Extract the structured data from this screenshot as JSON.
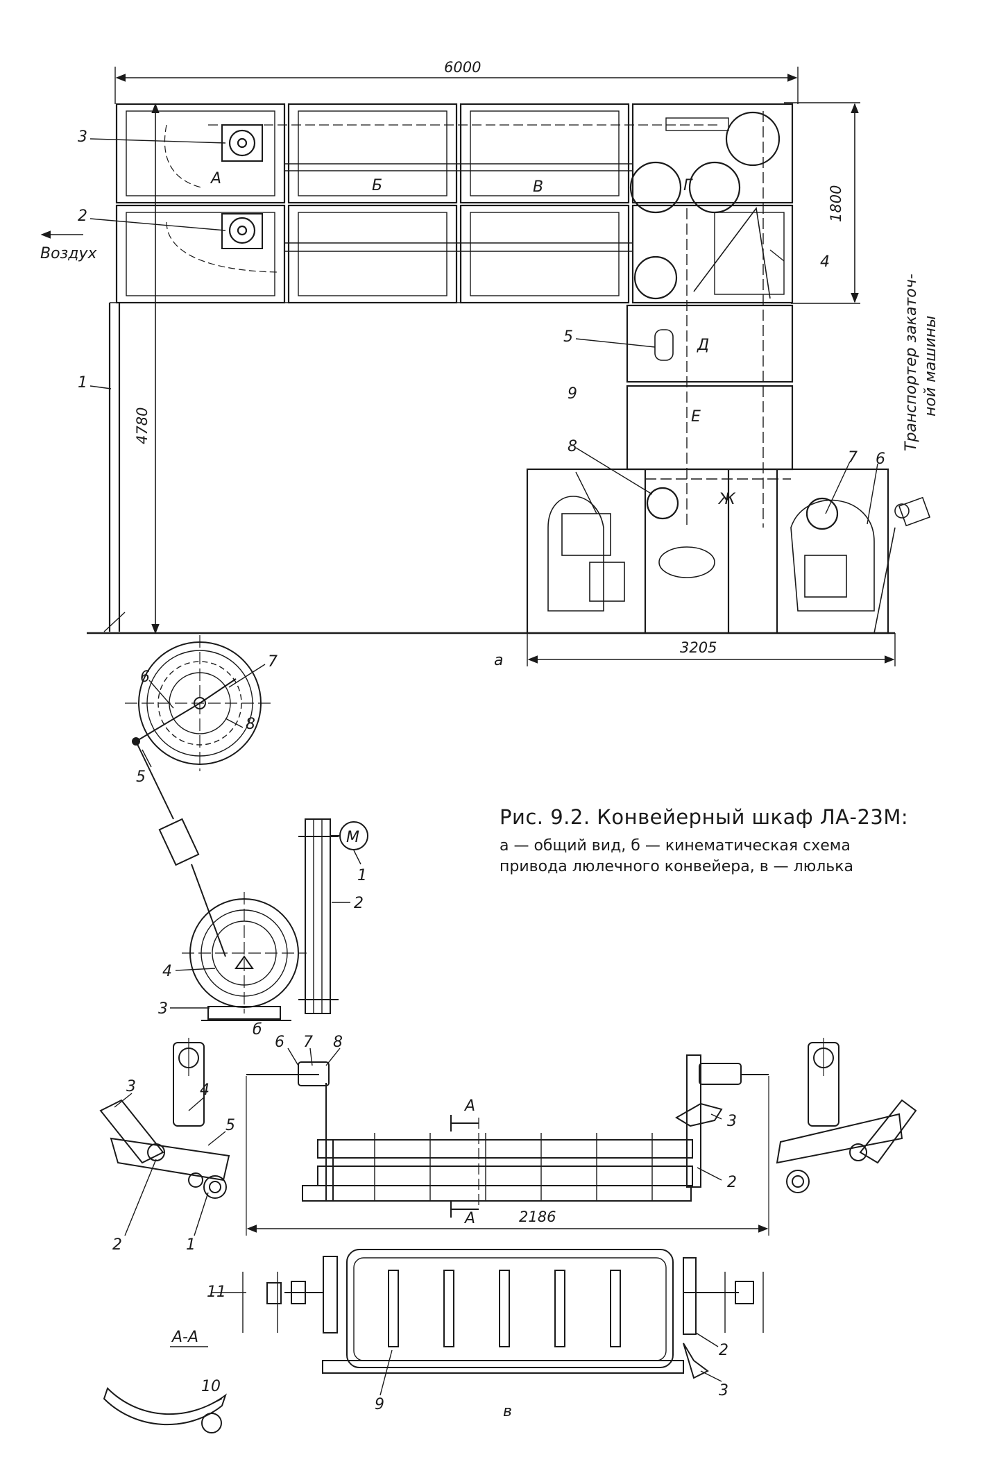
{
  "figure": {
    "caption_title": "Рис. 9.2. Конвейерный шкаф ЛА-23М:",
    "caption_line1": "а — общий вид, б — кинематическая схема",
    "caption_line2": "привода люлечного конвейера, в — люлька"
  },
  "view_a": {
    "label": "а",
    "dim_width": "6000",
    "dim_height_upper": "1800",
    "dim_height_total": "4780",
    "dim_base": "3205",
    "air_label": "Воздух",
    "transporter_label_1": "Транспортер закаточ-",
    "transporter_label_2": "ной машины",
    "sections": [
      "А",
      "Б",
      "В",
      "Г",
      "Д",
      "Е",
      "Ж"
    ],
    "numbers": [
      "1",
      "2",
      "3",
      "4",
      "5",
      "6",
      "7",
      "8",
      "9"
    ]
  },
  "view_b": {
    "label": "б",
    "motor_label": "М",
    "numbers": [
      "1",
      "2",
      "3",
      "4",
      "5",
      "6",
      "7",
      "8"
    ]
  },
  "view_v": {
    "label": "в",
    "dim_length": "2186",
    "section_mark": "А",
    "section_label": "А-А",
    "numbers": [
      "1",
      "2",
      "3",
      "4",
      "5",
      "6",
      "7",
      "8",
      "9",
      "10",
      "11"
    ]
  }
}
